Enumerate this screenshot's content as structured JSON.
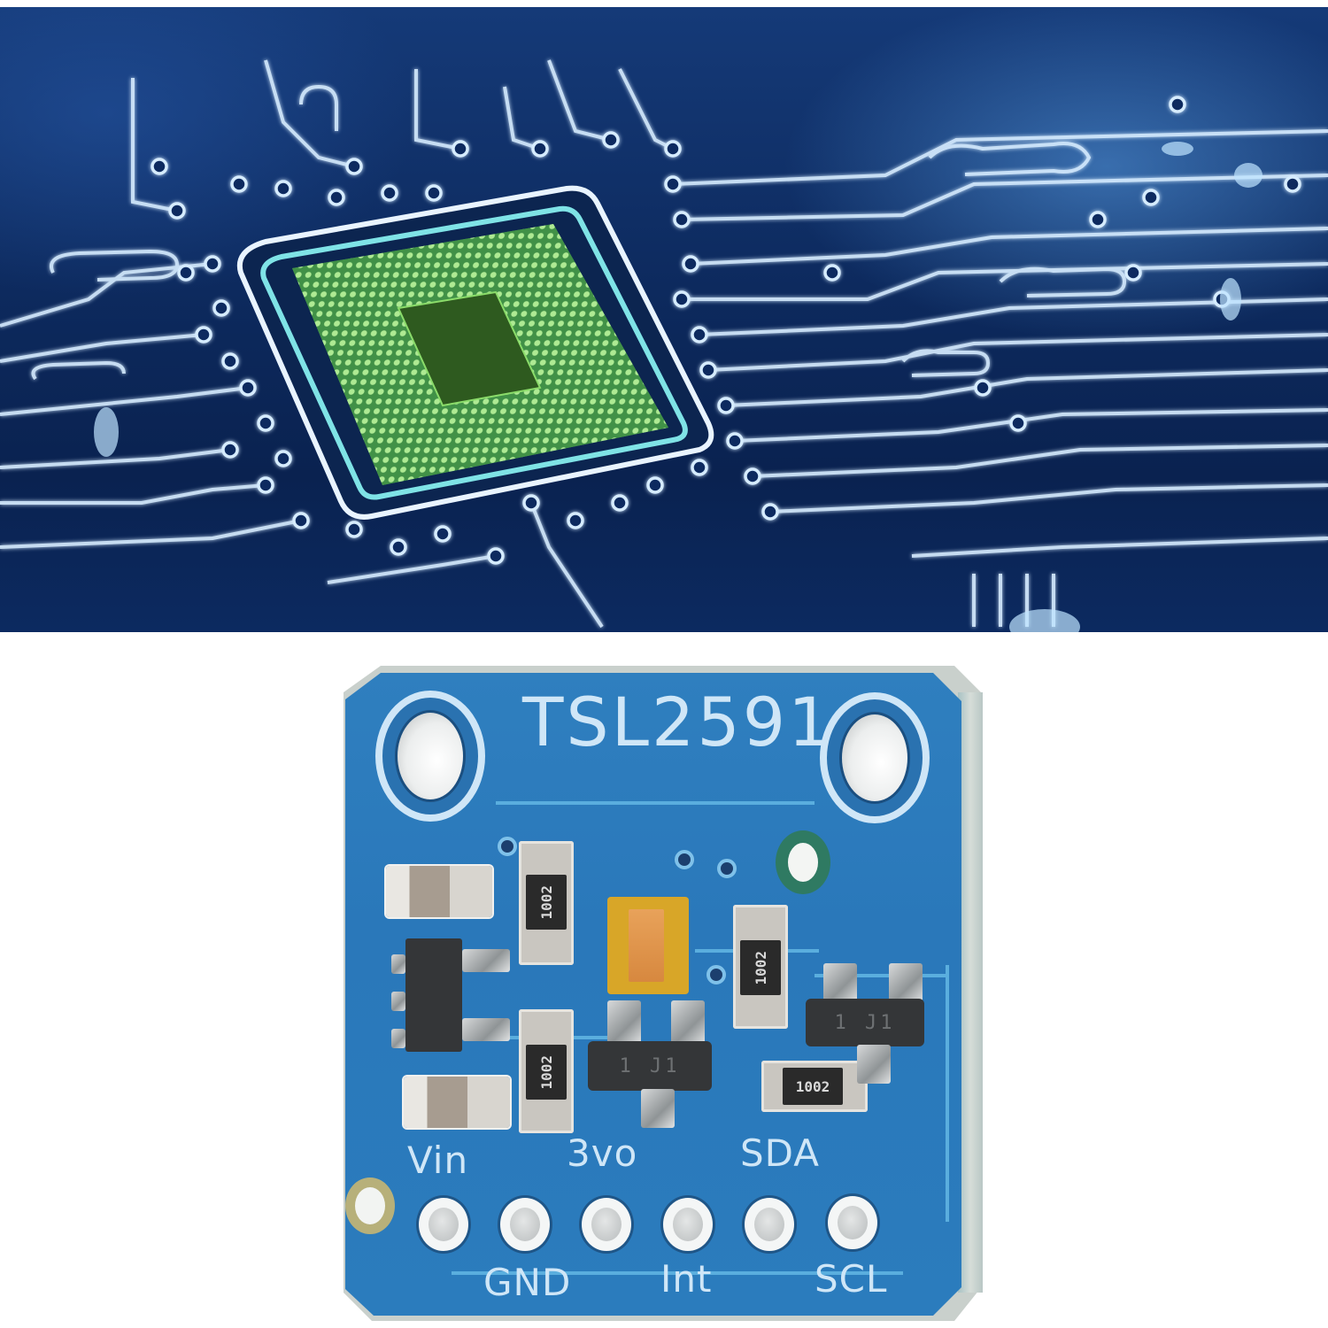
{
  "banner": {
    "subject": "circuit-board-chip-illustration",
    "colors": {
      "background": "#0d2a5e",
      "trace": "#cfe9ff",
      "glow": "#5aa0e6",
      "chip_core": "#8fe07a",
      "chip_frame": "#7fd6e8"
    }
  },
  "product": {
    "board_title": "TSL2591",
    "pin_labels_top": [
      "Vin",
      "3vo",
      "SDA"
    ],
    "pin_labels_bottom": [
      "GND",
      "Int",
      "SCL"
    ],
    "pin_count": 6,
    "resistor_code": "1002",
    "transistor_mark": "J1",
    "colors": {
      "pcb": "#2b7cbd",
      "silkscreen": "#cfe6f7",
      "edge": "#c9d0cc",
      "sensor": "#d8a628"
    }
  },
  "components": {
    "resistors": [
      {
        "id": "R1",
        "code": "1002",
        "orientation": "vertical"
      },
      {
        "id": "R2",
        "code": "1002",
        "orientation": "vertical"
      },
      {
        "id": "R3",
        "code": "1002",
        "orientation": "vertical"
      },
      {
        "id": "R4",
        "code": "1002",
        "orientation": "horizontal"
      }
    ],
    "transistors": [
      {
        "id": "Q1",
        "mark": "1 J1"
      },
      {
        "id": "Q2",
        "mark": "1 J1"
      }
    ]
  }
}
